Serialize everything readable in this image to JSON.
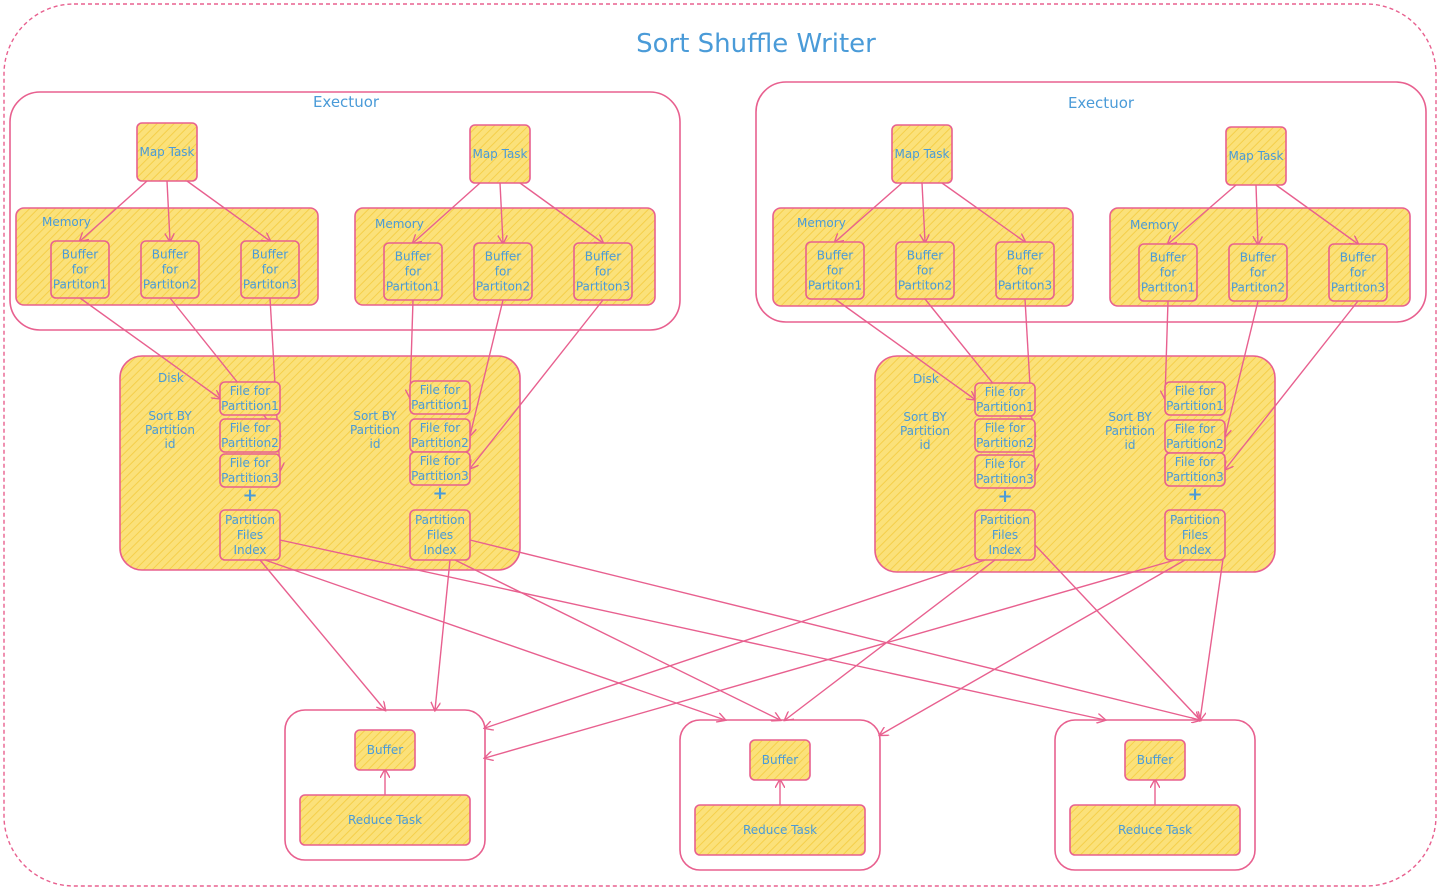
{
  "title": "Sort Shuffle Writer",
  "executor_label": "Exectuor",
  "map_task_label": "Map Task",
  "memory_label": "Memory",
  "disk_label": "Disk",
  "sort_label": [
    "Sort BY",
    "Partition",
    "id"
  ],
  "buffer_labels_left": [
    "Buffer|for|Partiton1",
    "Buffer|for|Partiton2",
    "Buffer|for|Partiton3"
  ],
  "buffer_labels_right": [
    "Buffer|for|Partiton1",
    "Buffer|for|Partiton2",
    "Buffer|for|Partiton3"
  ],
  "buffer_labels_mixed": [
    "Buffer|for|Partiton1",
    "Buffer|for|Partiton2",
    "Buffer|for|Partiton3"
  ],
  "file_labels": [
    "File for|Partition1",
    "File for|Partition2",
    "File for|Partition3"
  ],
  "plus": "+",
  "index_label": "Partition|Files|Index",
  "reduce_buffer_label": "Buffer",
  "reduce_task_label": "Reduce Task",
  "colors": {
    "stroke": "#e8608f",
    "fill": "#fbe17a",
    "text": "#4a9bd8"
  }
}
